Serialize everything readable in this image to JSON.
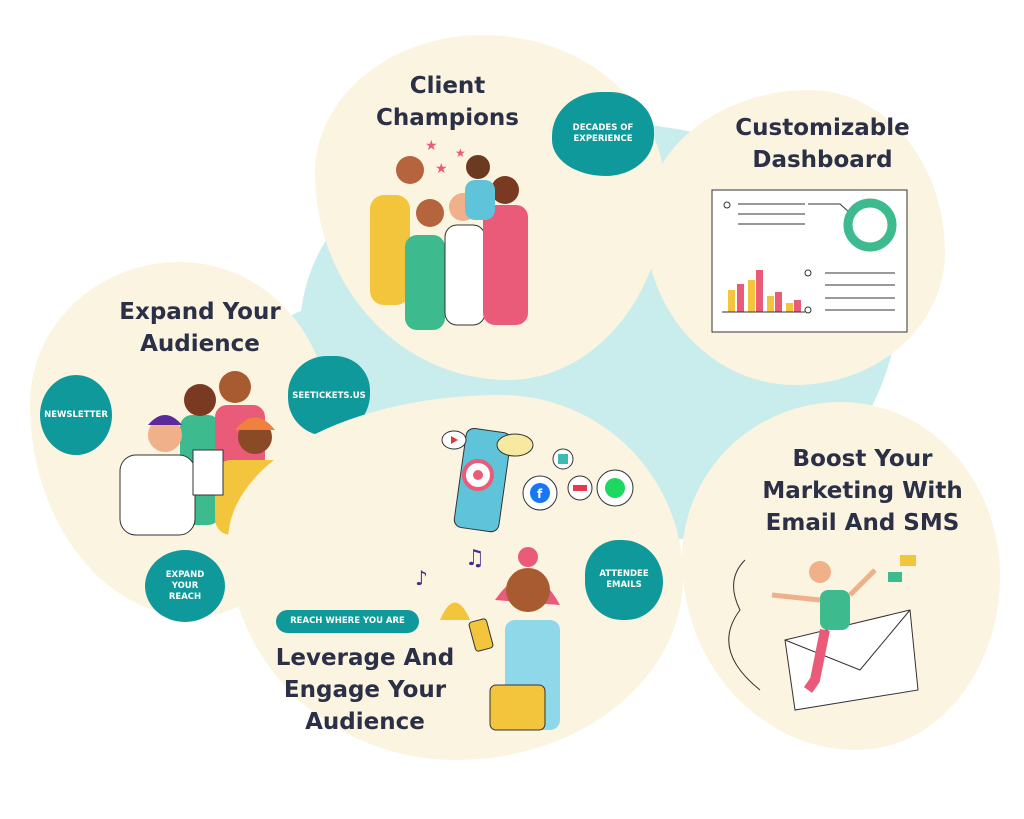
{
  "colors": {
    "cream": "#fbf4e1",
    "teal": "#10999a",
    "sky": "#c9ecec",
    "text": "#2b3046",
    "pink": "#ea5b7a",
    "yellow": "#f2c53d"
  },
  "sections": {
    "champions": {
      "title_1": "Client",
      "title_2": "Champions",
      "badge": "DECADES OF EXPERIENCE"
    },
    "dashboard": {
      "title_1": "Customizable",
      "title_2": "Dashboard"
    },
    "audience": {
      "title_1": "Expand Your",
      "title_2": "Audience",
      "badges": [
        "NEWSLETTER",
        "SEETICKETS.US",
        "EXPAND YOUR REACH"
      ]
    },
    "leverage": {
      "title_1": "Leverage And",
      "title_2": "Engage Your",
      "title_3": "Audience",
      "badges": [
        "REACH WHERE YOU ARE",
        "ATTENDEE EMAILS"
      ]
    },
    "boost": {
      "title_1": "Boost Your",
      "title_2": "Marketing With",
      "title_3": "Email And SMS"
    }
  }
}
